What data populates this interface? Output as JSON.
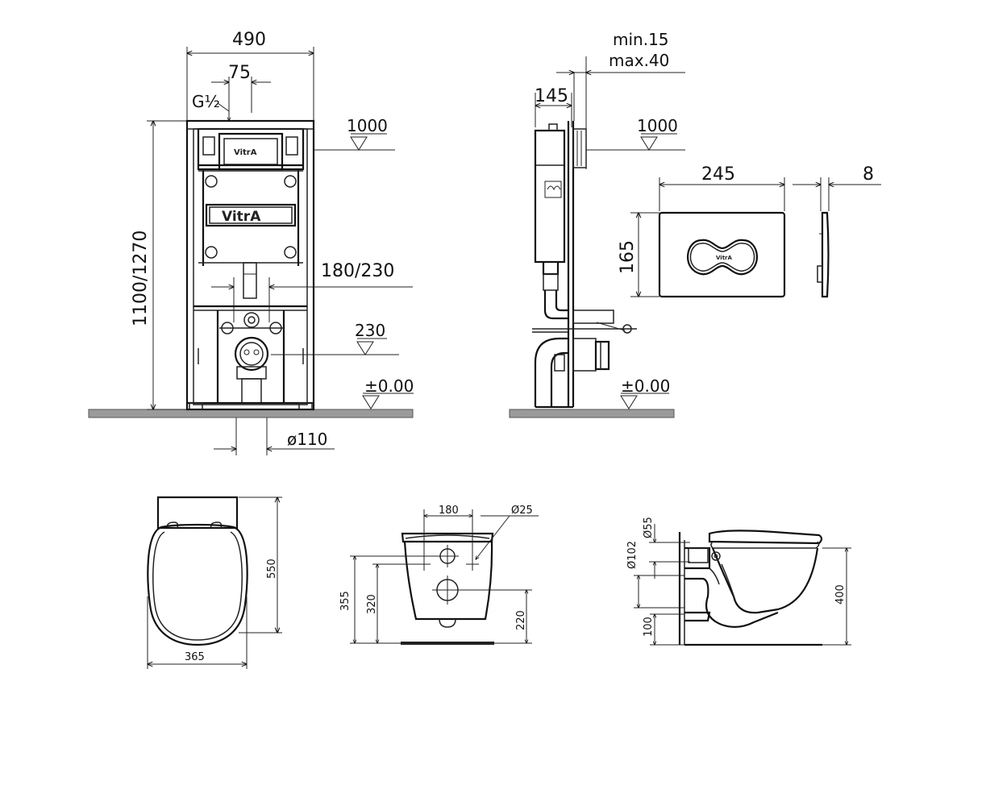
{
  "frame_front": {
    "width": "490",
    "offset": "75",
    "inlet": "G½",
    "height": "1100/1270",
    "level_top": "1000",
    "pipe_spacing": "180/230",
    "level_mid": "230",
    "level_zero": "±0.00",
    "drain": "ø110",
    "brand_top": "VitrA",
    "brand_panel": "VitrA"
  },
  "frame_side": {
    "depth": "145",
    "wall_min": "min.15",
    "wall_max": "max.40",
    "level_top": "1000",
    "level_zero": "±0.00"
  },
  "flush_plate": {
    "width": "245",
    "thickness": "8",
    "height": "165",
    "brand": "VitrA"
  },
  "seat_top": {
    "length": "550",
    "width": "365"
  },
  "bowl_front": {
    "bolt_spacing": "180",
    "bolt_diameter": "Ø25",
    "height_total": "355",
    "bolt_height": "320",
    "outlet_height": "220"
  },
  "bowl_side": {
    "inlet": "Ø55",
    "outlet": "Ø102",
    "offset": "100",
    "rim_height": "400"
  }
}
